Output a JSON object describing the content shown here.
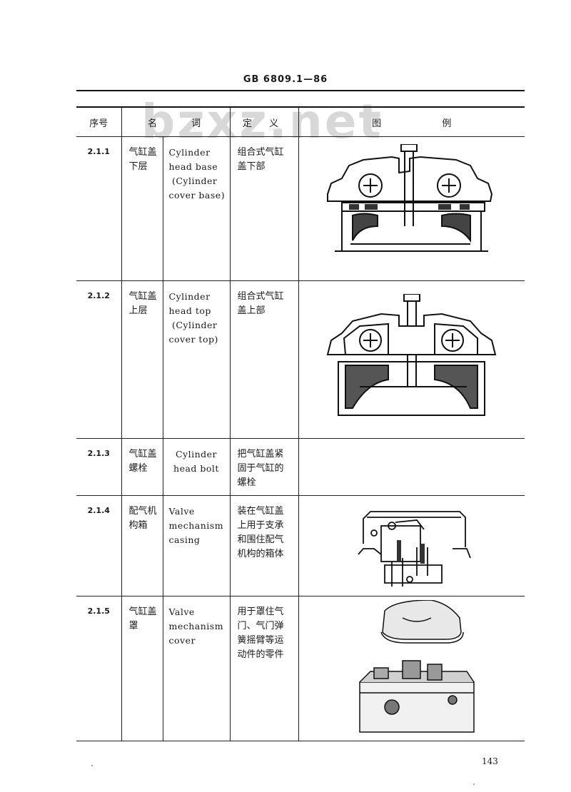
{
  "header": {
    "standard_code": "GB 6809.1—86"
  },
  "watermark": "bzxz.net",
  "table": {
    "columns": {
      "no": "序号",
      "term": "名  词",
      "definition": "定  义",
      "figure_left": "图",
      "figure_right": "例"
    },
    "rows": [
      {
        "no": "2.1.1",
        "term": "气缸盖\n下层",
        "english": "Cylinder\nhead base\n (Cylinder\ncover base)",
        "definition": "组合式气缸\n盖下部",
        "figure": "cylinder-head-base-drawing"
      },
      {
        "no": "2.1.2",
        "term": "气缸盖\n上层",
        "english": "Cylinder\nhead top\n (Cylinder\ncover top)",
        "definition": "组合式气缸\n盖上部",
        "figure": "cylinder-head-top-drawing"
      },
      {
        "no": "2.1.3",
        "term": "气缸盖\n螺栓",
        "english": "Cylinder\nhead bolt",
        "definition": "把气缸盖紧\n固于气缸的\n螺栓",
        "figure": ""
      },
      {
        "no": "2.1.4",
        "term": "配气机\n构箱",
        "english": "Valve\nmechanism\ncasing",
        "definition": "装在气缸盖\n上用于支承\n和围住配气\n机构的箱体",
        "figure": "valve-mechanism-casing-drawing"
      },
      {
        "no": "2.1.5",
        "term": "气缸盖\n罩",
        "english": "Valve\nmechanism\ncover",
        "definition": "用于罩住气\n门、气门弹\n簧摇臂等运\n动件的零件",
        "figure": "valve-mechanism-cover-photo"
      }
    ]
  },
  "footer": {
    "page_number": "143"
  }
}
